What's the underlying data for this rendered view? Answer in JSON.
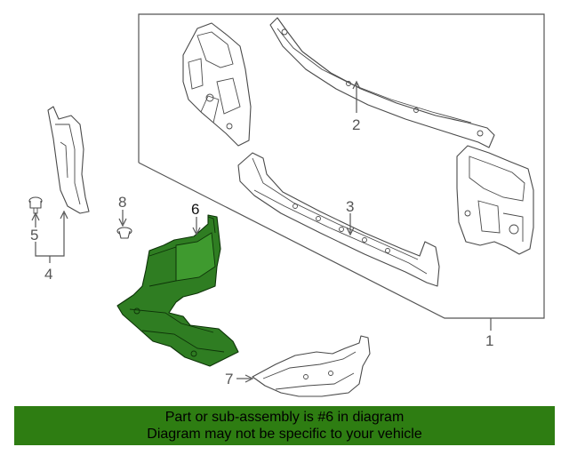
{
  "callouts": {
    "n1": "1",
    "n2": "2",
    "n3": "3",
    "n4": "4",
    "n5": "5",
    "n6": "6",
    "n7": "7",
    "n8": "8"
  },
  "highlight_color": "#2f7d22",
  "banner": {
    "line1": "Part or sub-assembly is #6 in diagram",
    "line2": "Diagram may not be specific to your vehicle"
  }
}
